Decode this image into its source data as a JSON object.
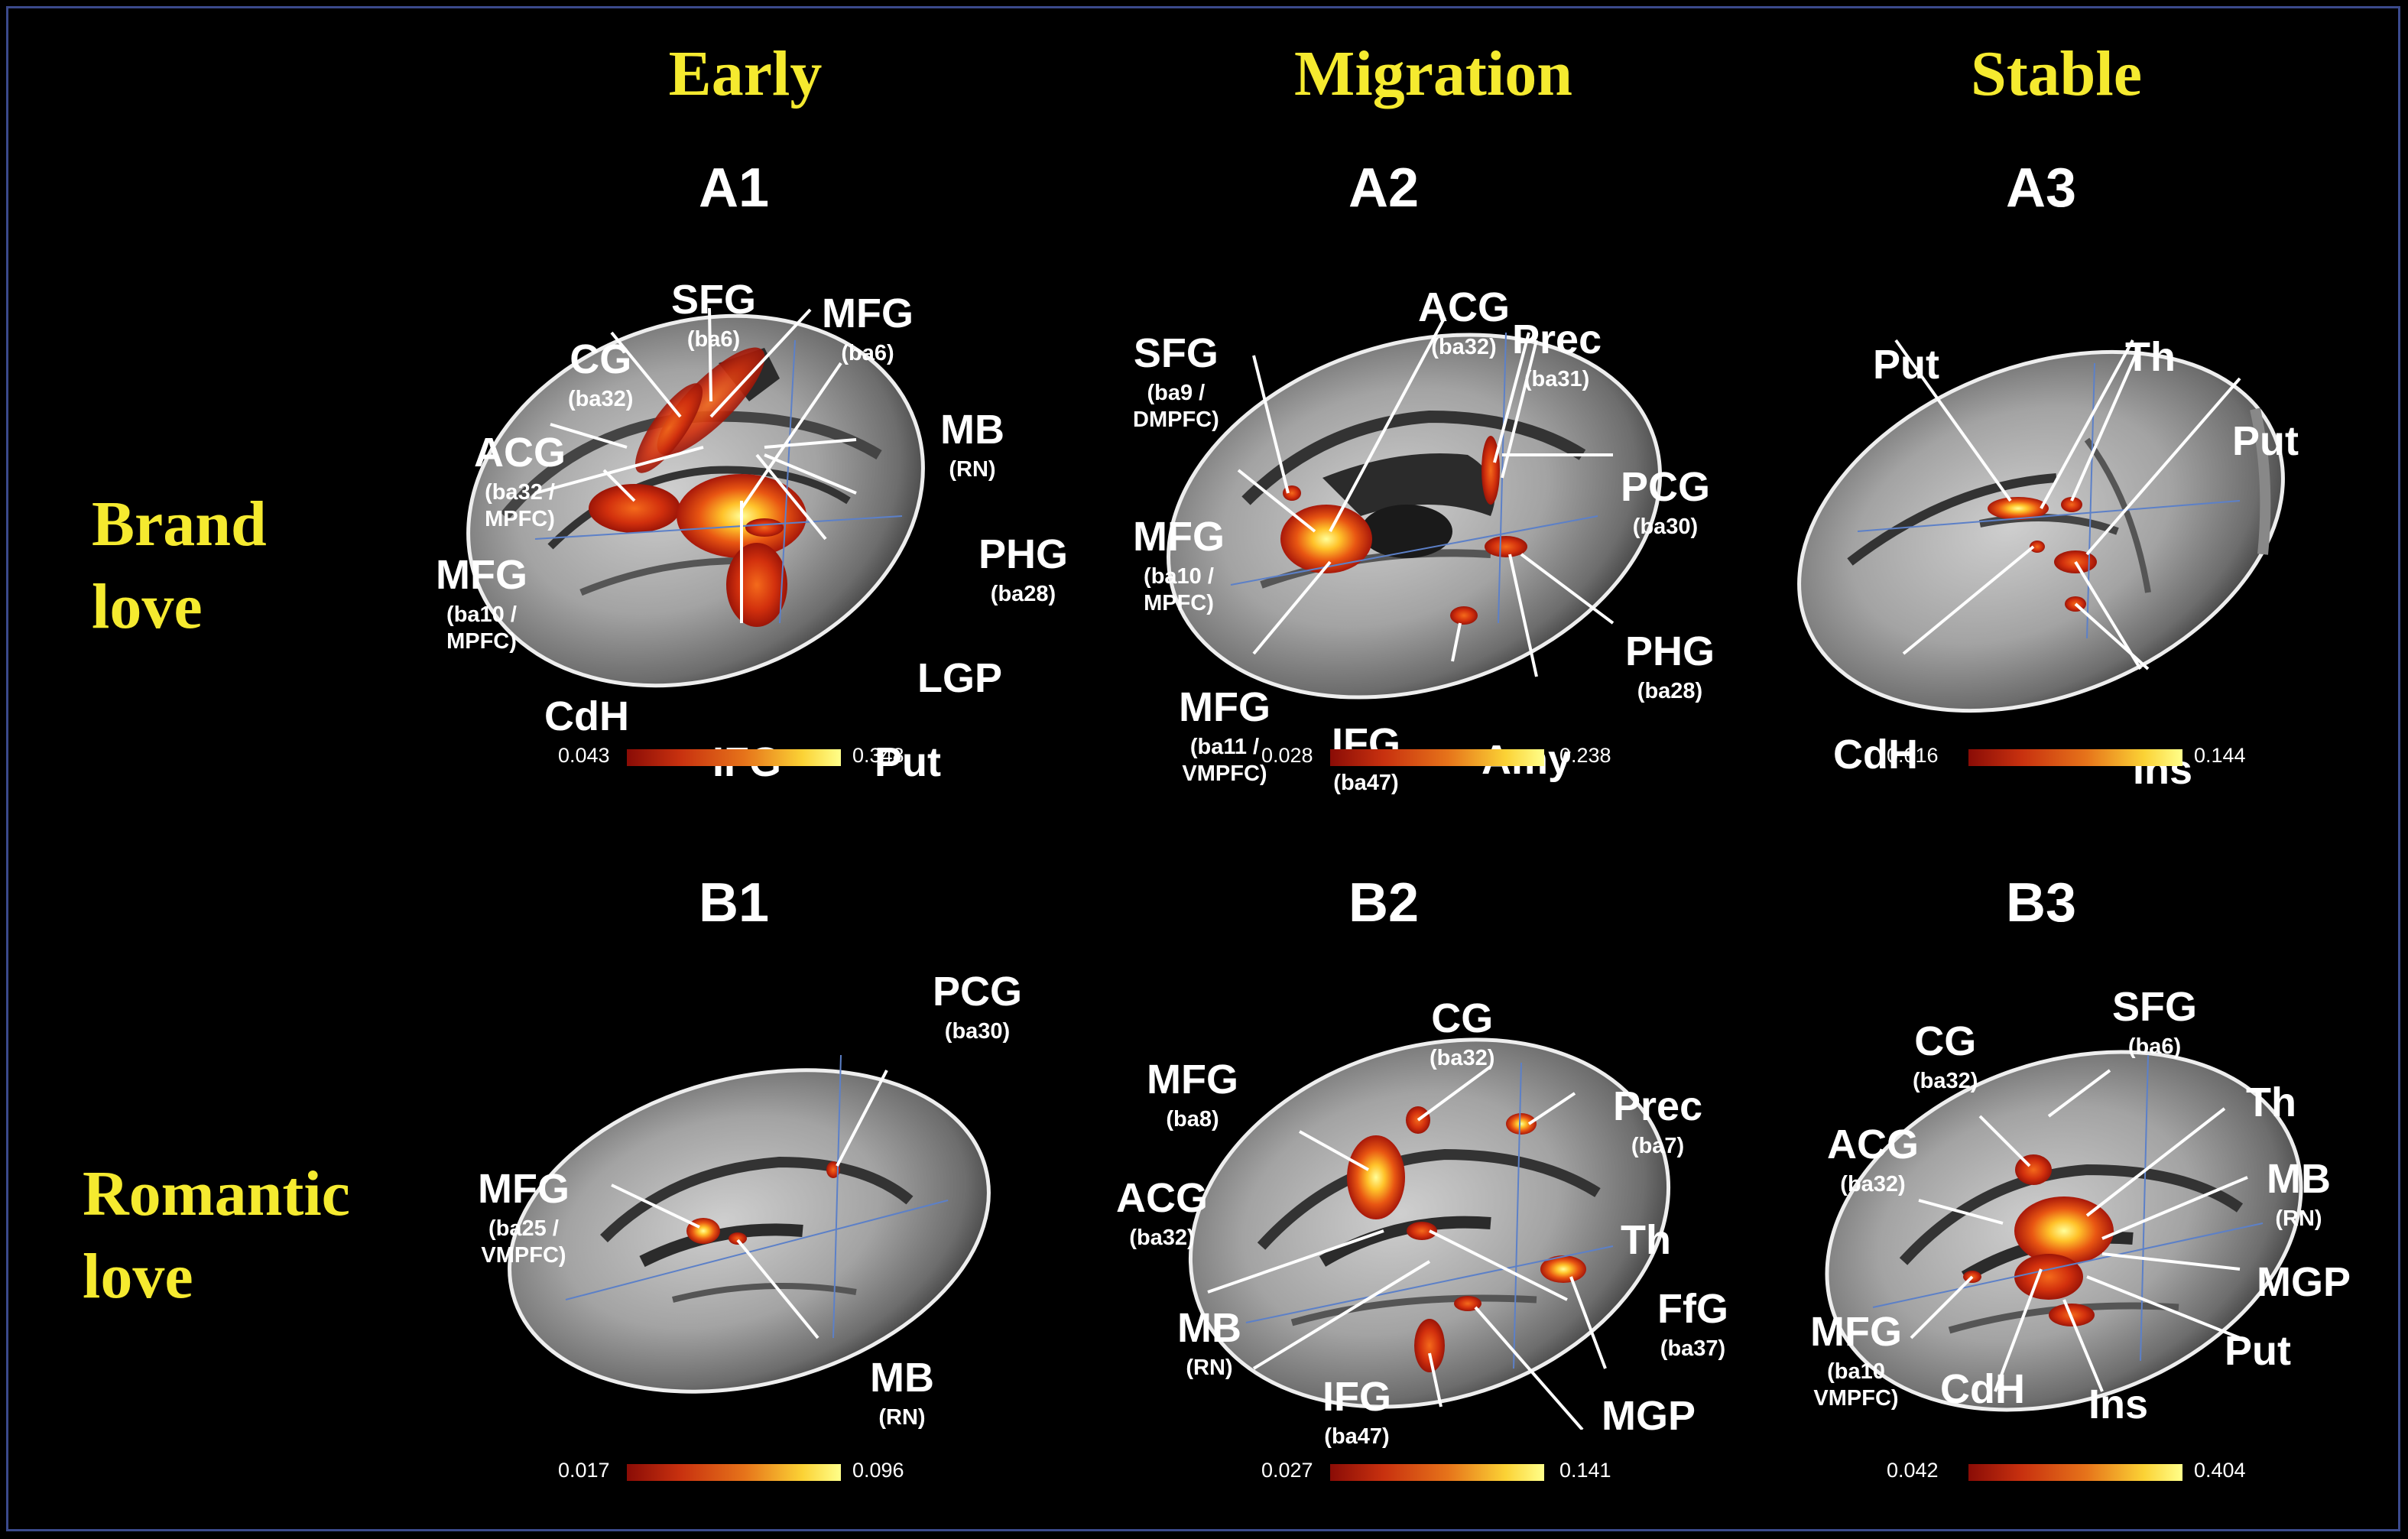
{
  "columns": [
    "Early",
    "Migration",
    "Stable"
  ],
  "rows": [
    [
      "Brand",
      "love"
    ],
    [
      "Romantic",
      "love"
    ]
  ],
  "panels": {
    "A1": {
      "title": "A1",
      "labels": {
        "sfg": {
          "name": "SFG",
          "sub": "(ba6)"
        },
        "mfg6": {
          "name": "MFG",
          "sub": "(ba6)"
        },
        "cg": {
          "name": "CG",
          "sub": "(ba32)"
        },
        "acg": {
          "name": "ACG",
          "sub": "(ba32 /\nMPFC)"
        },
        "mb": {
          "name": "MB",
          "sub": "(RN)"
        },
        "phg": {
          "name": "PHG",
          "sub": "(ba28)"
        },
        "mfg10": {
          "name": "MFG",
          "sub": "(ba10 /\nMPFC)"
        },
        "lgp": {
          "name": "LGP"
        },
        "cdh": {
          "name": "CdH"
        },
        "ifg": {
          "name": "IFG"
        },
        "put": {
          "name": "Put"
        }
      },
      "scale": {
        "min": "0.043",
        "max": "0.348"
      }
    },
    "A2": {
      "title": "A2",
      "labels": {
        "acg": {
          "name": "ACG",
          "sub": "(ba32)"
        },
        "prec": {
          "name": "Prec",
          "sub": "(ba31)"
        },
        "sfg": {
          "name": "SFG",
          "sub": "(ba9 /\nDMPFC)"
        },
        "pcg": {
          "name": "PCG",
          "sub": "(ba30)"
        },
        "mfg10": {
          "name": "MFG",
          "sub": "(ba10 /\nMPFC)"
        },
        "phg": {
          "name": "PHG",
          "sub": "(ba28)"
        },
        "mfg11": {
          "name": "MFG",
          "sub": "(ba11 /\nVMPFC)"
        },
        "ifg": {
          "name": "IFG",
          "sub": "(ba47)"
        },
        "amy": {
          "name": "Amy"
        }
      },
      "scale": {
        "min": "0.028",
        "max": "0.238"
      }
    },
    "A3": {
      "title": "A3",
      "labels": {
        "put1": {
          "name": "Put"
        },
        "th": {
          "name": "Th"
        },
        "put2": {
          "name": "Put"
        },
        "cdh": {
          "name": "CdH"
        },
        "ins": {
          "name": "Ins"
        }
      },
      "scale": {
        "min": "0.016",
        "max": "0.144"
      }
    },
    "B1": {
      "title": "B1",
      "labels": {
        "pcg": {
          "name": "PCG",
          "sub": "(ba30)"
        },
        "mfg": {
          "name": "MFG",
          "sub": "(ba25 /\nVMPFC)"
        },
        "mb": {
          "name": "MB",
          "sub": "(RN)"
        }
      },
      "scale": {
        "min": "0.017",
        "max": "0.096"
      }
    },
    "B2": {
      "title": "B2",
      "labels": {
        "cg": {
          "name": "CG",
          "sub": "(ba32)"
        },
        "mfg": {
          "name": "MFG",
          "sub": "(ba8)"
        },
        "prec": {
          "name": "Prec",
          "sub": "(ba7)"
        },
        "acg": {
          "name": "ACG",
          "sub": "(ba32)"
        },
        "th": {
          "name": "Th"
        },
        "mb": {
          "name": "MB",
          "sub": "(RN)"
        },
        "ffg": {
          "name": "FfG",
          "sub": "(ba37)"
        },
        "ifg": {
          "name": "IFG",
          "sub": "(ba47)"
        },
        "mgp": {
          "name": "MGP"
        }
      },
      "scale": {
        "min": "0.027",
        "max": "0.141"
      }
    },
    "B3": {
      "title": "B3",
      "labels": {
        "sfg": {
          "name": "SFG",
          "sub": "(ba6)"
        },
        "cg": {
          "name": "CG",
          "sub": "(ba32)"
        },
        "acg": {
          "name": "ACG",
          "sub": "(ba32)"
        },
        "th": {
          "name": "Th"
        },
        "mb": {
          "name": "MB",
          "sub": "(RN)"
        },
        "mgp": {
          "name": "MGP"
        },
        "mfg": {
          "name": "MFG",
          "sub": "(ba10\nVMPFC)"
        },
        "put": {
          "name": "Put"
        },
        "cdh": {
          "name": "CdH"
        },
        "ins": {
          "name": "Ins"
        }
      },
      "scale": {
        "min": "0.042",
        "max": "0.404"
      }
    }
  }
}
